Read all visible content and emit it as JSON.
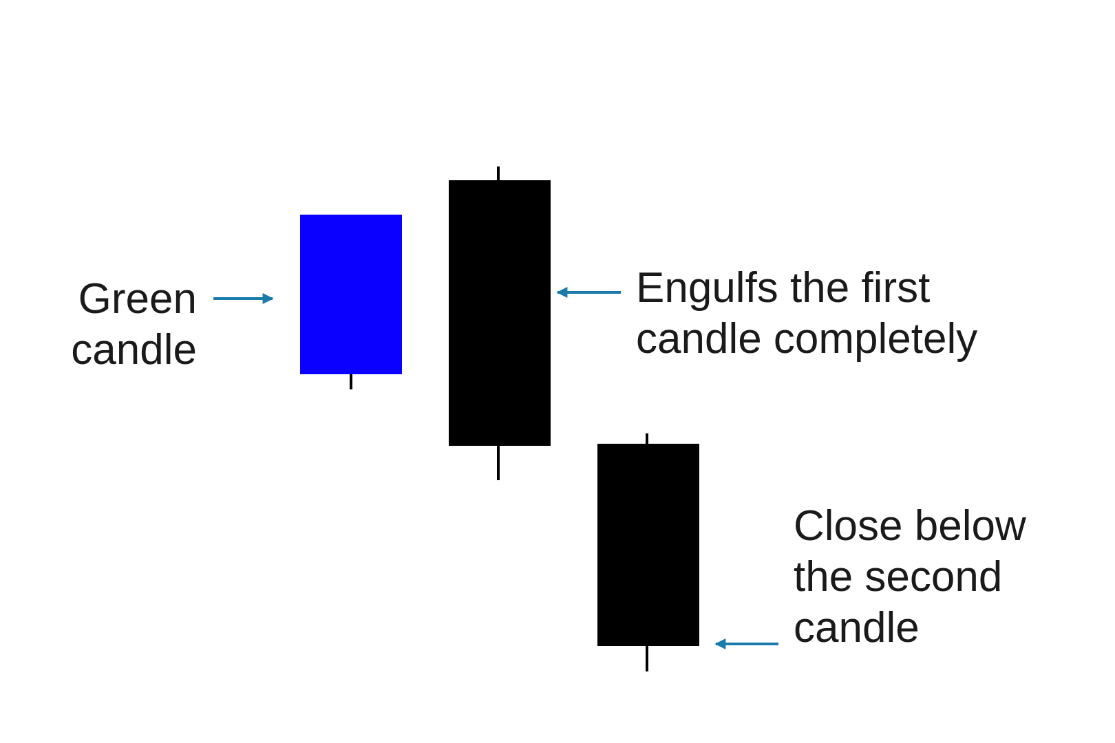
{
  "colors": {
    "first_candle": "#0a00ff",
    "bearish_candle": "#000000",
    "arrow": "#1a7aaa",
    "text": "#1a1a1a",
    "background": "#ffffff"
  },
  "candles": [
    {
      "name": "candle-1-green",
      "color_key": "first_candle"
    },
    {
      "name": "candle-2-engulfing",
      "color_key": "bearish_candle"
    },
    {
      "name": "candle-3-close-below",
      "color_key": "bearish_candle"
    }
  ],
  "labels": {
    "green_candle": [
      "Green",
      "candle"
    ],
    "engulfs": [
      "Engulfs the first",
      "candle completely"
    ],
    "close_below": [
      "Close below",
      "the second",
      "candle"
    ]
  }
}
